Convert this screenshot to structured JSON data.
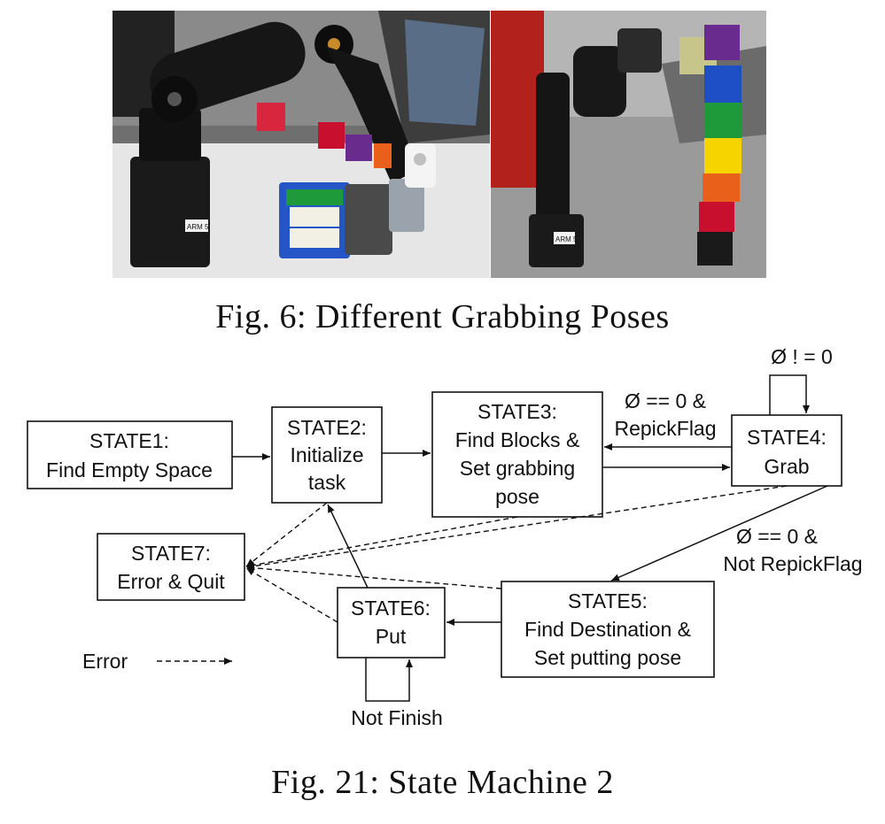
{
  "fig6": {
    "caption": "Fig. 6: Different Grabbing Poses",
    "robot_label_left": "ARM 5",
    "robot_label_right": "ARM 5"
  },
  "fig21": {
    "caption": "Fig. 21: State Machine 2",
    "states": {
      "s1": [
        "STATE1:",
        "Find Empty Space"
      ],
      "s2": [
        "STATE2:",
        "Initialize",
        "task"
      ],
      "s3": [
        "STATE3:",
        "Find Blocks &",
        "Set  grabbing",
        "pose"
      ],
      "s4": [
        "STATE4:",
        "Grab"
      ],
      "s5": [
        "STATE5:",
        "Find Destination &",
        "Set putting pose"
      ],
      "s6": [
        "STATE6:",
        "Put"
      ],
      "s7": [
        "STATE7:",
        "Error & Quit"
      ]
    },
    "labels": {
      "self_loop_s4": "Ø ! = 0",
      "s4_to_s3_1": "Ø == 0 &",
      "s4_to_s3_2": "RepickFlag",
      "s4_to_s5_1": "Ø == 0 &",
      "s4_to_s5_2": "Not RepickFlag",
      "self_loop_s6": "Not Finish",
      "legend_error": "Error"
    }
  },
  "colors": {
    "block_red": "#c8102e",
    "block_orange": "#e8601a",
    "block_yellow": "#f5d400",
    "block_green": "#1f9a3a",
    "block_blue": "#1f4fc4",
    "block_purple": "#6a2b8f",
    "arm_black": "#1a1a1a"
  }
}
